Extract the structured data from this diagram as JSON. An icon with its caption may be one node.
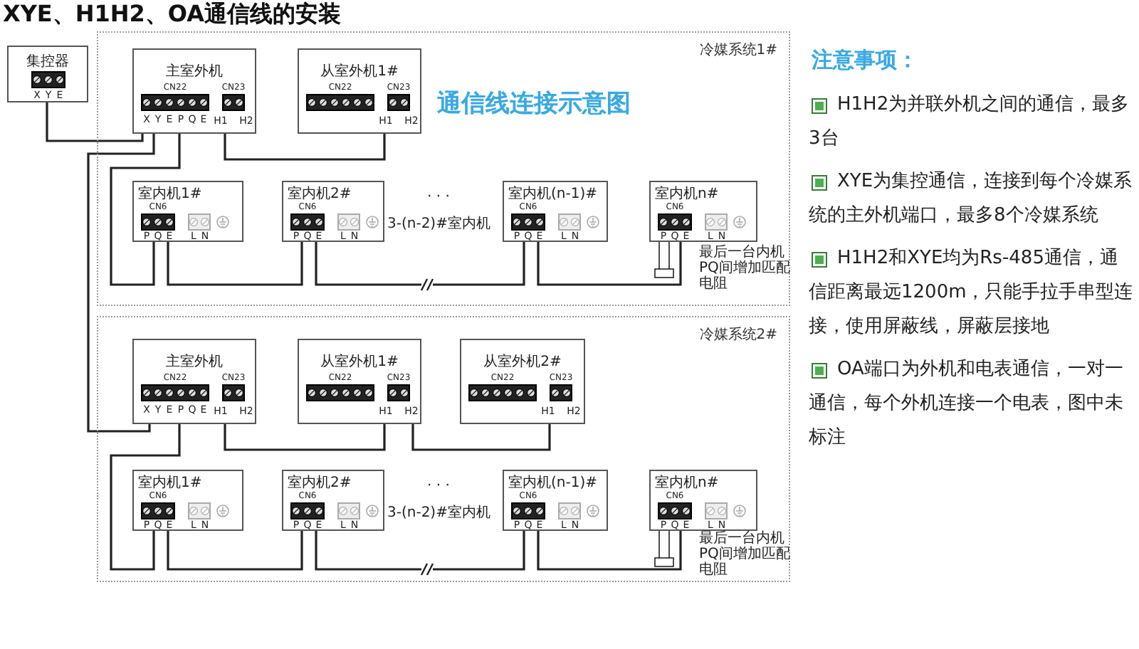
{
  "diagram": {
    "title": "XYE、H1H2、OA通信线的安装",
    "nodes": [
      {
        "text": [
          "集控器",
          "X",
          "Y",
          "E"
        ]
      },
      {
        "text": [
          "冷媒系统1#",
          "通信线连接示意图"
        ]
      },
      {
        "text": [
          "主室外机",
          "CN22",
          "X",
          "Y",
          "E",
          "P",
          "Q",
          "E",
          "CN23",
          "H1",
          "H2"
        ],
        "in": 1
      },
      {
        "text": [
          "从室外机1#",
          "CN22",
          "CN23",
          "H1",
          "H2"
        ],
        "in": 1
      },
      {
        "text": [
          "室内机1#",
          "CN6",
          "P",
          "Q",
          "E",
          "L",
          "N"
        ],
        "in": 1
      },
      {
        "text": [
          "室内机2#",
          "CN6",
          "P",
          "Q",
          "E",
          "L",
          "N"
        ],
        "in": 1
      },
      {
        "text": [
          "室内机(n-1)#",
          "CN6",
          "P",
          "Q",
          "E",
          "L",
          "N"
        ],
        "in": 1
      },
      {
        "text": [
          "室内机n#",
          "CN6",
          "P",
          "Q",
          "E",
          "L",
          "N"
        ],
        "in": 1,
        "beside": [
          "最后一台内机PQ间增加匹配电阻"
        ]
      },
      {
        "text": [
          "冷媒系统2#"
        ]
      },
      {
        "text": [
          "主室外机",
          "CN22",
          "X",
          "Y",
          "E",
          "P",
          "Q",
          "E",
          "CN23",
          "H1",
          "H2"
        ],
        "in": 8
      },
      {
        "text": [
          "从室外机1#",
          "CN22",
          "CN23",
          "H1",
          "H2"
        ],
        "in": 8
      },
      {
        "text": [
          "从室外机2#",
          "CN22",
          "CN23",
          "H1",
          "H2"
        ],
        "in": 8
      },
      {
        "text": [
          "室内机1#",
          "CN6",
          "P",
          "Q",
          "E",
          "L",
          "N"
        ],
        "in": 8
      },
      {
        "text": [
          "室内机2#",
          "CN6",
          "P",
          "Q",
          "E",
          "L",
          "N"
        ],
        "in": 8
      },
      {
        "text": [
          "室内机(n-1)#",
          "CN6",
          "P",
          "Q",
          "E",
          "L",
          "N"
        ],
        "in": 8
      },
      {
        "text": [
          "室内机n#",
          "CN6",
          "P",
          "Q",
          "E",
          "L",
          "N"
        ],
        "in": 8,
        "beside": [
          "最后一台内机PQ间增加匹配电阻"
        ]
      }
    ],
    "edges": [
      {
        "from": 0,
        "to": 2,
        "arrow": "none"
      },
      {
        "from": 2,
        "to": 3,
        "arrow": "none"
      },
      {
        "from": 2,
        "to": 4,
        "arrow": "none"
      },
      {
        "from": 4,
        "to": 5,
        "arrow": "none"
      },
      {
        "from": 5,
        "to": 6,
        "arrow": "none"
      },
      {
        "from": 6,
        "to": 7,
        "arrow": "none"
      },
      {
        "from": 2,
        "to": 9,
        "arrow": "none"
      },
      {
        "from": 9,
        "to": 10,
        "arrow": "none"
      },
      {
        "from": 10,
        "to": 11,
        "arrow": "none"
      },
      {
        "from": 9,
        "to": 12,
        "arrow": "none"
      },
      {
        "from": 12,
        "to": 13,
        "arrow": "none"
      },
      {
        "from": 13,
        "to": 14,
        "arrow": "none"
      },
      {
        "from": 14,
        "to": 15,
        "arrow": "none"
      }
    ],
    "labels": [
      "· · ·",
      "3-(n-2)#室内机",
      "· · ·",
      "3-(n-2)#室内机",
      "注意事项：",
      "H1H2为并联外机之间的通信，最多3台",
      "XYE为集控通信，连接到每个冷媒系统的主外机端口，最多8个冷媒系统",
      "H1H2和XYE均为Rs-485通信，通信距离最远1200m，只能手拉手串型连接，使用屏蔽线，屏蔽层接地",
      "OA端口为外机和电表通信，一对一通信，每个外机连接一个电表，图中未标注"
    ]
  }
}
